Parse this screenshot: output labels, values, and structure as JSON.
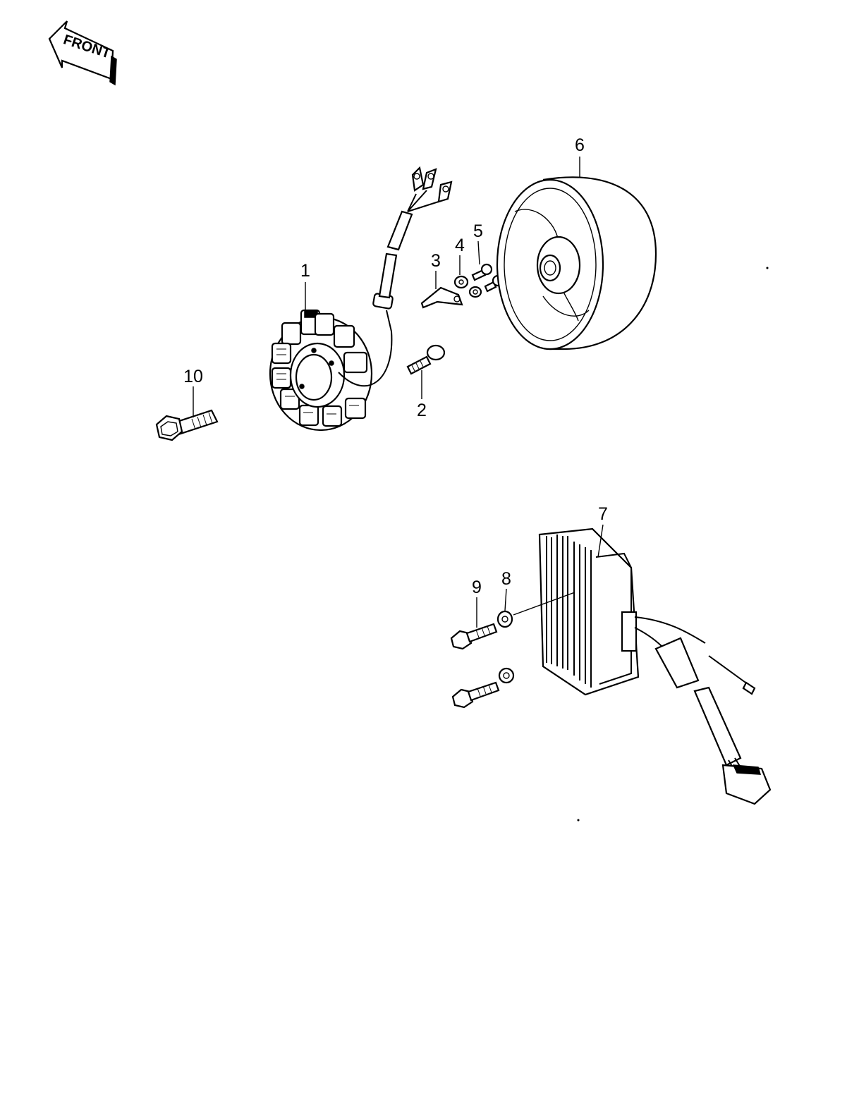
{
  "front_badge": {
    "label": "FRONT"
  },
  "callouts": [
    {
      "id": "1",
      "label": "1"
    },
    {
      "id": "2",
      "label": "2"
    },
    {
      "id": "3",
      "label": "3"
    },
    {
      "id": "4",
      "label": "4"
    },
    {
      "id": "5",
      "label": "5"
    },
    {
      "id": "6",
      "label": "6"
    },
    {
      "id": "7",
      "label": "7"
    },
    {
      "id": "8",
      "label": "8"
    },
    {
      "id": "9",
      "label": "9"
    },
    {
      "id": "10",
      "label": "10"
    }
  ]
}
